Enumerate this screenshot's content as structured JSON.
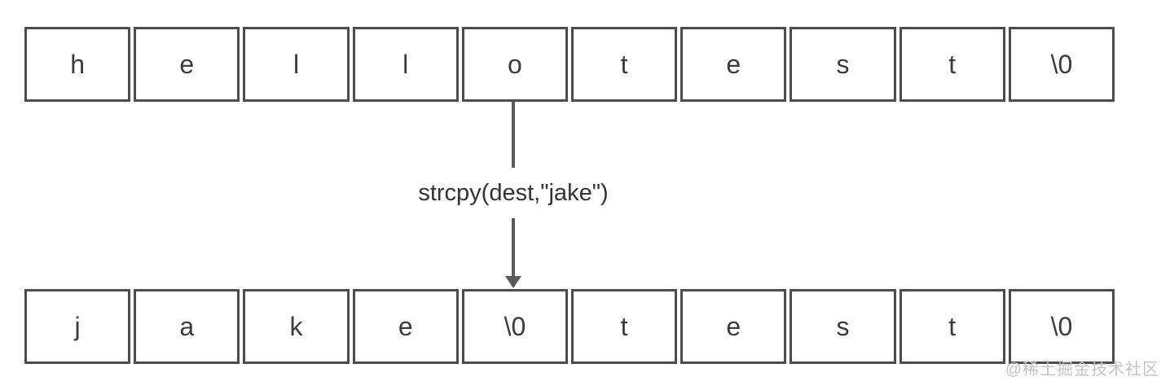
{
  "diagram": {
    "title_semantic": "strcpy copy into char array diagram",
    "top_row": {
      "cells": [
        "h",
        "e",
        "l",
        "l",
        "o",
        "t",
        "e",
        "s",
        "t",
        "\\0"
      ]
    },
    "bottom_row": {
      "cells": [
        "j",
        "a",
        "k",
        "e",
        "\\0",
        "t",
        "e",
        "s",
        "t",
        "\\0"
      ]
    },
    "operation_label": "strcpy(dest,\"jake\")",
    "arrow": {
      "direction": "down",
      "from_cell_index": 4,
      "to_cell_index": 4
    },
    "watermark": "@稀土掘金技术社区",
    "colors": {
      "cell_border": "#4d4d4d",
      "cell_text": "#3b3b3b",
      "arrow": "#595959",
      "label_text": "#333333",
      "watermark_text": "#c3c3c3",
      "background": "#ffffff"
    }
  }
}
